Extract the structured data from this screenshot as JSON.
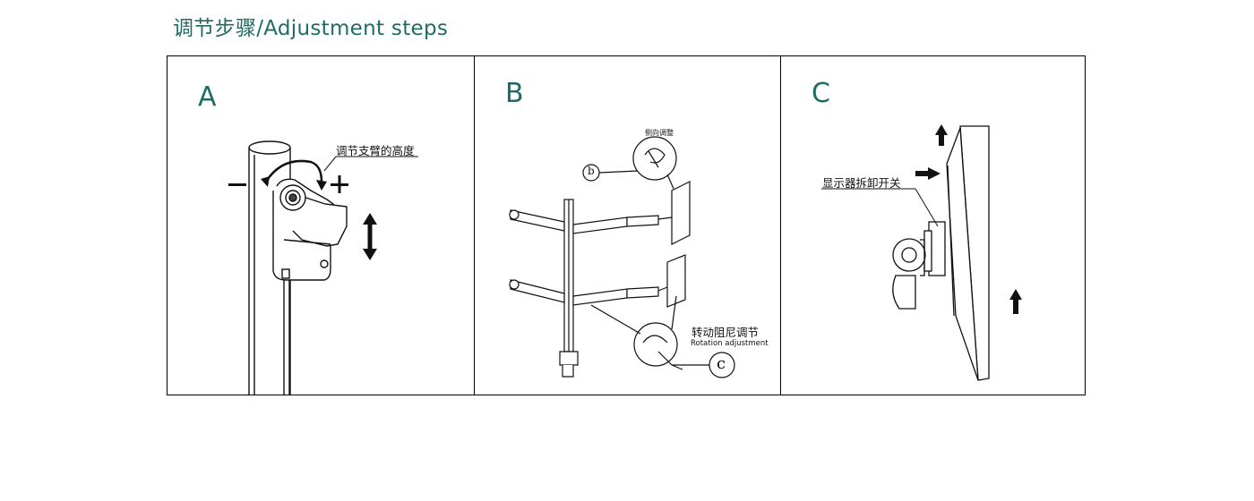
{
  "title": "调节步骤/Adjustment steps",
  "panels": [
    {
      "label": "A",
      "caption": "调节支臂的高度"
    },
    {
      "label": "B",
      "callout_b": "b",
      "callout_c": "c",
      "tiny_label": "侧向调整",
      "caption_cn": "转动阻尼调节",
      "caption_en": "Rotation adjustment"
    },
    {
      "label": "C",
      "caption": "显示器拆卸开关"
    }
  ]
}
